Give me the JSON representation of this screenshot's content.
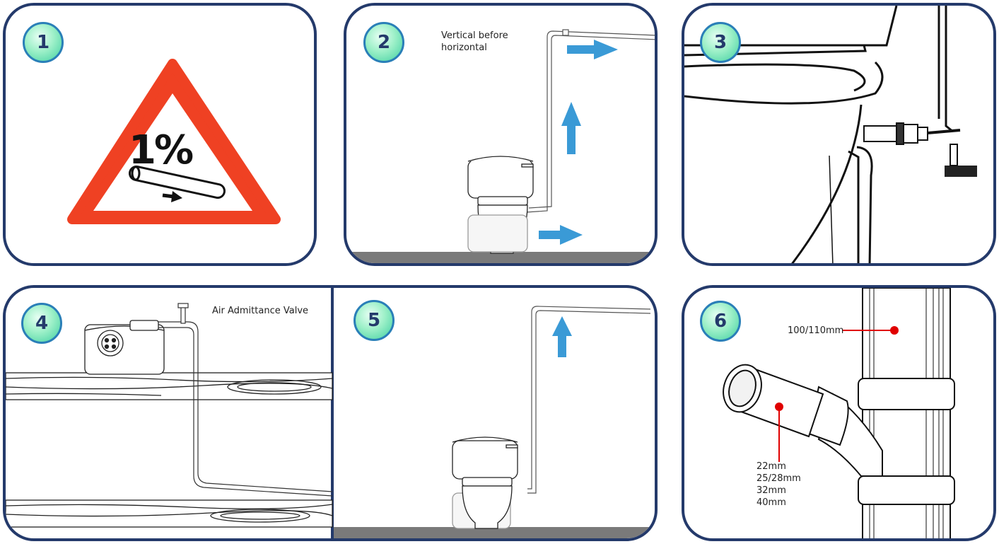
{
  "panels": [
    {
      "number": "1",
      "percent": "1%"
    },
    {
      "number": "2",
      "caption_line1": "Vertical before",
      "caption_line2": "horizontal"
    },
    {
      "number": "3"
    },
    {
      "number": "4",
      "caption": "Air Admittance Valve"
    },
    {
      "number": "5"
    },
    {
      "number": "6",
      "stack_size": "100/110mm",
      "branch_sizes": [
        "22mm",
        "25/28mm",
        "32mm",
        "40mm"
      ]
    }
  ],
  "colors": {
    "border": "#243a6b",
    "arrow": "#3a9ad6",
    "warning": "#ef4123",
    "floor": "#7a7a7a",
    "pointer": "#e00000"
  }
}
